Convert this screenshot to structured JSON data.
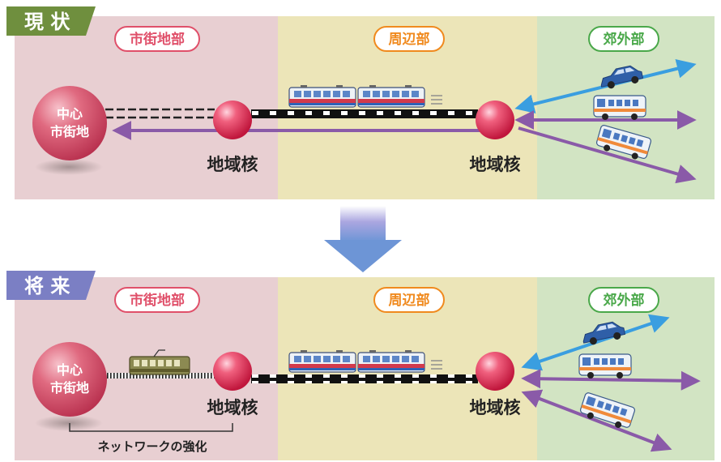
{
  "colors": {
    "urban_bg": "#e8cfd2",
    "suburb_bg": "#ece5b8",
    "outskirts_bg": "#d2e4c3",
    "current_badge": "#6f8f3e",
    "future_badge": "#7b7fc4",
    "urban_label": "#e0506a",
    "suburb_label": "#f08a1e",
    "outskirts_label": "#4aa84a",
    "bus_arrow": "#8a5aa8",
    "car_arrow": "#3a9ee0"
  },
  "current": {
    "badge": "現 状",
    "zones": {
      "urban": "市街地部",
      "suburb": "周辺部",
      "outskirts": "郊外部"
    },
    "center_line1": "中心",
    "center_line2": "市街地",
    "core_left": "地域核",
    "core_right": "地域核"
  },
  "future": {
    "badge": "将 来",
    "zones": {
      "urban": "市街地部",
      "suburb": "周辺部",
      "outskirts": "郊外部"
    },
    "center_line1": "中心",
    "center_line2": "市街地",
    "core_left": "地域核",
    "core_right": "地域核",
    "network_label": "ネットワークの強化"
  }
}
